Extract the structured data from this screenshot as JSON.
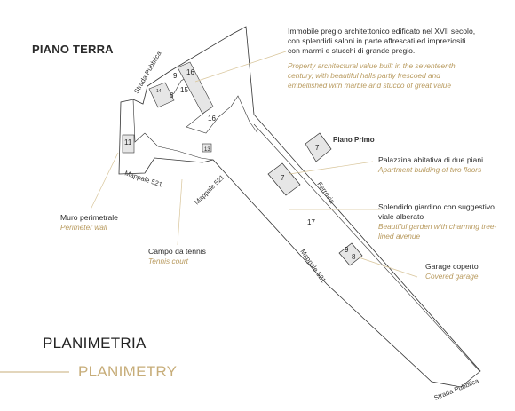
{
  "headings": {
    "ground_floor": "PIANO TERRA",
    "first_floor": "Piano Primo",
    "main_title": "PLANIMETRIA",
    "main_subtitle": "PLANIMETRY"
  },
  "map_labels": {
    "strada_top": "Strada Pubblica",
    "strada_bottom": "Strada Pubblica",
    "mappale_left": "Mappale 521",
    "mappale_mid": "Mappale 521",
    "mappale_right": "Mappale 521",
    "ferrovia": "Ferrovia"
  },
  "building_numbers": {
    "n16_top": "16",
    "n9_top": "9",
    "n15": "15",
    "n14": "14",
    "n6": "6",
    "n16_main": "16",
    "n13": "13",
    "n11": "11",
    "n7_first": "7",
    "n7": "7",
    "n17": "17",
    "n9_garage": "9",
    "n8": "8"
  },
  "annotations": {
    "historic_it": "Immobile pregio architettonico edificato nel XVII secolo, con splendidi saloni in parte affrescati ed impreziositi con marmi e stucchi di grande pregio.",
    "historic_en": "Property architectural value built in the seventeenth century, with beautiful halls partly frescoed and embellished with marble and stucco of great value",
    "palazzina_it": "Palazzina abitativa di due piani",
    "palazzina_en": "Apartment building of two floors",
    "garden_it": "Splendido giardino con suggestivo viale alberato",
    "garden_en": "Beautiful garden with charming tree-lined avenue",
    "garage_it": "Garage coperto",
    "garage_en": "Covered garage",
    "wall_it": "Muro perimetrale",
    "wall_en": "Perimeter wall",
    "tennis_it": "Campo da tennis",
    "tennis_en": "Tennis court"
  },
  "colors": {
    "accent_gold": "#b89a5e",
    "line_gold": "#d8c59a",
    "plan_stroke": "#333333",
    "building_fill": "#e6e6e6"
  }
}
